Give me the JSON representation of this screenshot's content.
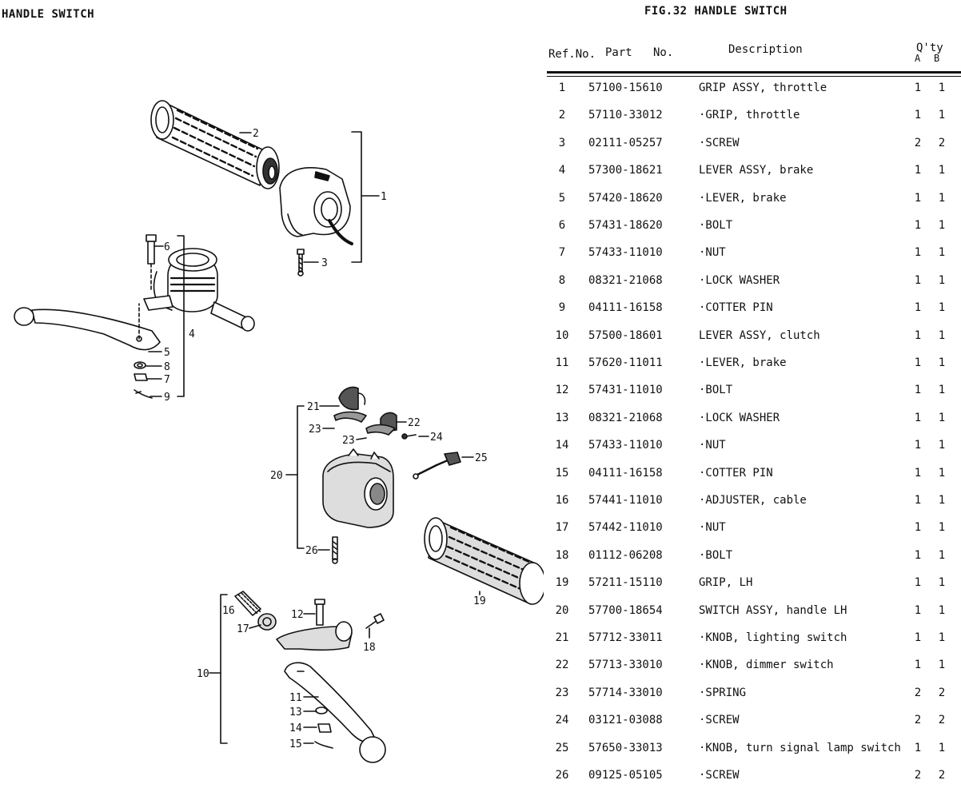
{
  "header": {
    "left_title": "HANDLE SWITCH",
    "figure_title": "FIG.32  HANDLE SWITCH"
  },
  "table_header": {
    "ref_no": "Ref.No.",
    "part": "Part",
    "no": "No.",
    "description": "Description",
    "qty": "Q'ty",
    "qty_a": "A",
    "qty_b": "B"
  },
  "parts": [
    {
      "ref": "1",
      "part_no": "57100-15610",
      "description": "GRIP ASSY, throttle",
      "qty_a": "1",
      "qty_b": "1"
    },
    {
      "ref": "2",
      "part_no": "57110-33012",
      "description": "·GRIP, throttle",
      "qty_a": "1",
      "qty_b": "1"
    },
    {
      "ref": "3",
      "part_no": "02111-05257",
      "description": "·SCREW",
      "qty_a": "2",
      "qty_b": "2"
    },
    {
      "ref": "4",
      "part_no": "57300-18621",
      "description": "LEVER ASSY, brake",
      "qty_a": "1",
      "qty_b": "1"
    },
    {
      "ref": "5",
      "part_no": "57420-18620",
      "description": "·LEVER, brake",
      "qty_a": "1",
      "qty_b": "1"
    },
    {
      "ref": "6",
      "part_no": "57431-18620",
      "description": "·BOLT",
      "qty_a": "1",
      "qty_b": "1"
    },
    {
      "ref": "7",
      "part_no": "57433-11010",
      "description": "·NUT",
      "qty_a": "1",
      "qty_b": "1"
    },
    {
      "ref": "8",
      "part_no": "08321-21068",
      "description": "·LOCK WASHER",
      "qty_a": "1",
      "qty_b": "1"
    },
    {
      "ref": "9",
      "part_no": "04111-16158",
      "description": "·COTTER PIN",
      "qty_a": "1",
      "qty_b": "1"
    },
    {
      "ref": "10",
      "part_no": "57500-18601",
      "description": "LEVER ASSY, clutch",
      "qty_a": "1",
      "qty_b": "1"
    },
    {
      "ref": "11",
      "part_no": "57620-11011",
      "description": "·LEVER, brake",
      "qty_a": "1",
      "qty_b": "1"
    },
    {
      "ref": "12",
      "part_no": "57431-11010",
      "description": "·BOLT",
      "qty_a": "1",
      "qty_b": "1"
    },
    {
      "ref": "13",
      "part_no": "08321-21068",
      "description": "·LOCK WASHER",
      "qty_a": "1",
      "qty_b": "1"
    },
    {
      "ref": "14",
      "part_no": "57433-11010",
      "description": "·NUT",
      "qty_a": "1",
      "qty_b": "1"
    },
    {
      "ref": "15",
      "part_no": "04111-16158",
      "description": "·COTTER PIN",
      "qty_a": "1",
      "qty_b": "1"
    },
    {
      "ref": "16",
      "part_no": "57441-11010",
      "description": "·ADJUSTER, cable",
      "qty_a": "1",
      "qty_b": "1"
    },
    {
      "ref": "17",
      "part_no": "57442-11010",
      "description": "·NUT",
      "qty_a": "1",
      "qty_b": "1"
    },
    {
      "ref": "18",
      "part_no": "01112-06208",
      "description": "·BOLT",
      "qty_a": "1",
      "qty_b": "1"
    },
    {
      "ref": "19",
      "part_no": "57211-15110",
      "description": "GRIP, LH",
      "qty_a": "1",
      "qty_b": "1"
    },
    {
      "ref": "20",
      "part_no": "57700-18654",
      "description": "SWITCH ASSY, handle LH",
      "qty_a": "1",
      "qty_b": "1"
    },
    {
      "ref": "21",
      "part_no": "57712-33011",
      "description": "·KNOB, lighting switch",
      "qty_a": "1",
      "qty_b": "1"
    },
    {
      "ref": "22",
      "part_no": "57713-33010",
      "description": "·KNOB, dimmer switch",
      "qty_a": "1",
      "qty_b": "1"
    },
    {
      "ref": "23",
      "part_no": "57714-33010",
      "description": "·SPRING",
      "qty_a": "2",
      "qty_b": "2"
    },
    {
      "ref": "24",
      "part_no": "03121-03088",
      "description": "·SCREW",
      "qty_a": "2",
      "qty_b": "2"
    },
    {
      "ref": "25",
      "part_no": "57650-33013",
      "description": "·KNOB, turn signal lamp switch",
      "qty_a": "1",
      "qty_b": "1"
    },
    {
      "ref": "26",
      "part_no": "09125-05105",
      "description": "·SCREW",
      "qty_a": "2",
      "qty_b": "2"
    }
  ],
  "callouts": {
    "c1": "1",
    "c2": "2",
    "c3": "3",
    "c4": "4",
    "c5": "5",
    "c6": "6",
    "c7": "7",
    "c8": "8",
    "c9": "9",
    "c10": "10",
    "c11": "11",
    "c12": "12",
    "c13": "13",
    "c14": "14",
    "c15": "15",
    "c16": "16",
    "c17": "17",
    "c18": "18",
    "c19": "19",
    "c20": "20",
    "c21": "21",
    "c22": "22",
    "c23a": "23",
    "c23b": "23",
    "c24": "24",
    "c25": "25",
    "c26": "26"
  }
}
